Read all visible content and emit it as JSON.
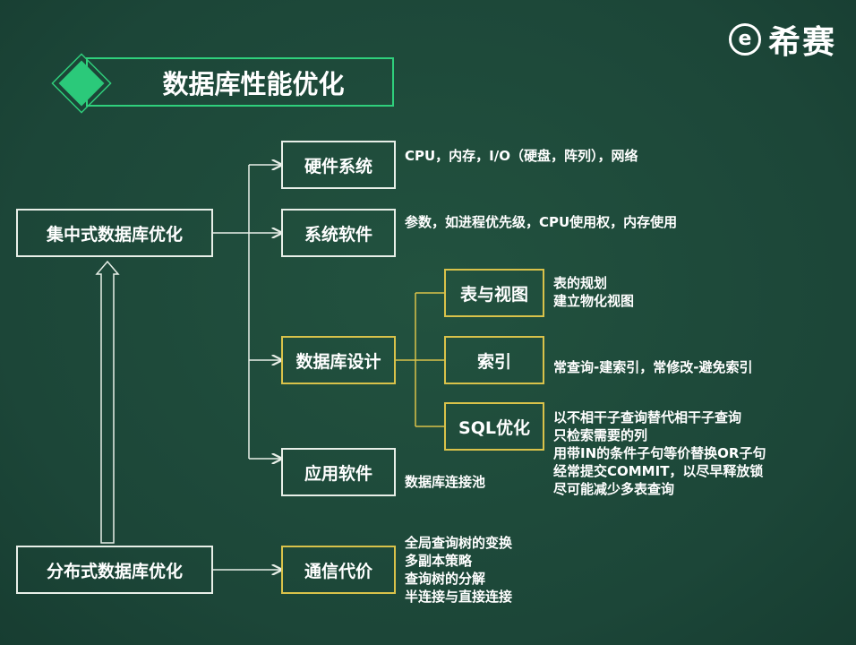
{
  "brand": {
    "mark": "e",
    "name": "希赛"
  },
  "title": "数据库性能优化",
  "nodes": {
    "centralized": "集中式数据库优化",
    "distributed": "分布式数据库优化",
    "hardware": "硬件系统",
    "system_software": "系统软件",
    "db_design": "数据库设计",
    "app_software": "应用软件",
    "communication": "通信代价",
    "tables_views": "表与视图",
    "index": "索引",
    "sql_opt": "SQL优化"
  },
  "notes": {
    "hardware": "CPU，内存，I/O（硬盘，阵列），网络",
    "system_software": "参数，如进程优先级，CPU使用权，内存使用",
    "tables_views": [
      "表的规划",
      "建立物化视图"
    ],
    "index": "常查询-建索引，常修改-避免索引",
    "sql_opt": [
      "以不相干子查询替代相干子查询",
      "只检索需要的列",
      "用带IN的条件子句等价替换OR子句",
      "经常提交COMMIT，以尽早释放锁",
      "尽可能减少多表查询"
    ],
    "app_software": "数据库连接池",
    "communication": [
      "全局查询树的变换",
      "多副本策略",
      "查询树的分解",
      "半连接与直接连接"
    ]
  }
}
